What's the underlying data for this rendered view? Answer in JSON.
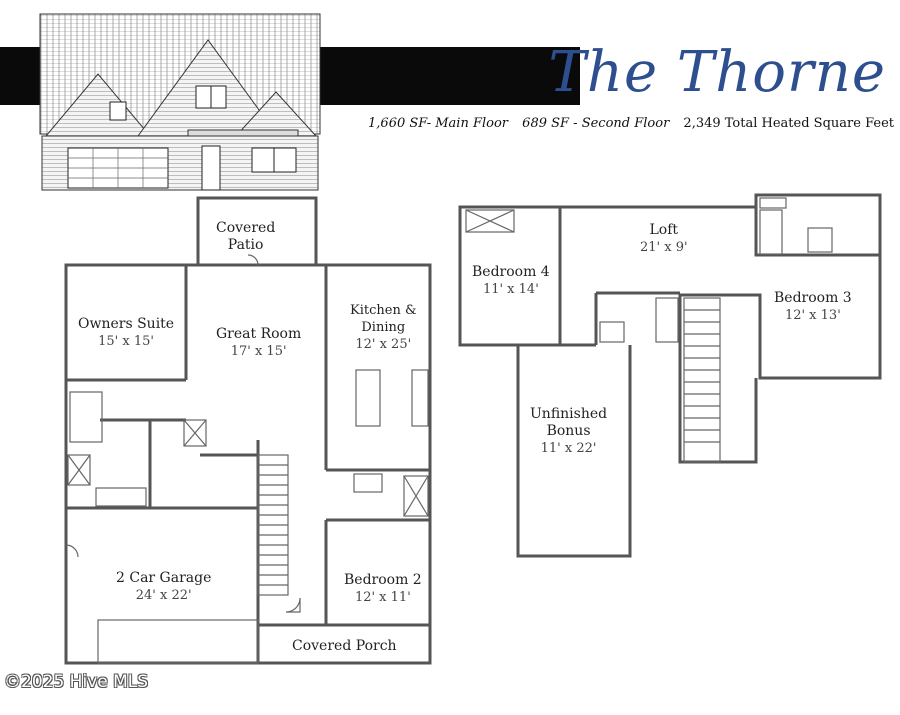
{
  "header": {
    "title": "The Thorne",
    "main_floor": "1,660 SF- Main Floor",
    "second_floor": "689 SF - Second Floor",
    "total": "2,349 Total Heated Square Feet"
  },
  "main_floor_rooms": {
    "covered_patio": "Covered\nPatio",
    "owners_suite": "Owners Suite",
    "owners_suite_dim": "15' x 15'",
    "great_room": "Great Room",
    "great_room_dim": "17' x 15'",
    "kitchen": "Kitchen &\nDining",
    "kitchen_dim": "12' x 25'",
    "garage": "2 Car Garage",
    "garage_dim": "24' x 22'",
    "bedroom2": "Bedroom 2",
    "bedroom2_dim": "12' x 11'",
    "covered_porch": "Covered Porch"
  },
  "second_floor_rooms": {
    "bedroom4": "Bedroom 4",
    "bedroom4_dim": "11' x 14'",
    "loft": "Loft",
    "loft_dim": "21' x 9'",
    "bedroom3": "Bedroom 3",
    "bedroom3_dim": "12' x 13'",
    "bonus": "Unfinished\nBonus",
    "bonus_dim": "11' x 22'"
  },
  "watermark": "©2025 Hive MLS",
  "colors": {
    "title": "#2e4f8f",
    "banner": "#0a0a0a",
    "wall": "#555555"
  }
}
